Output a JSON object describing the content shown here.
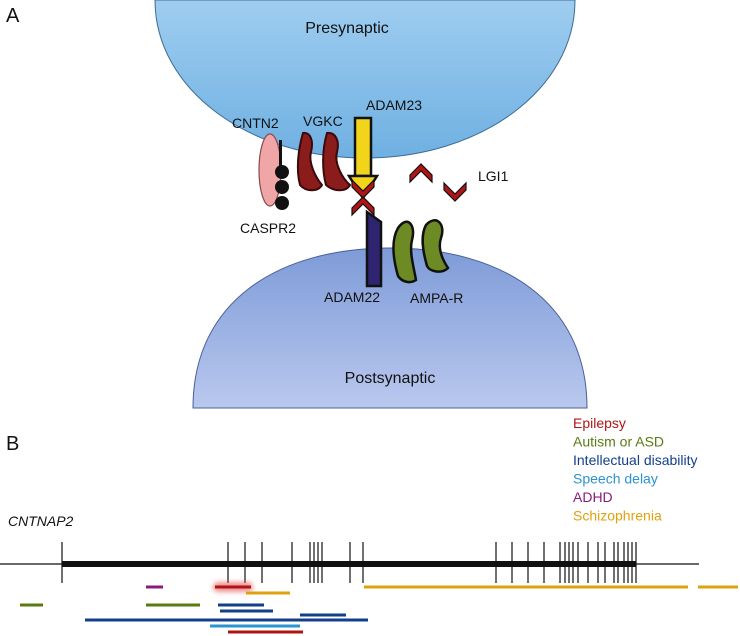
{
  "panels": {
    "a": "A",
    "b": "B"
  },
  "synapse": {
    "presynaptic": "Presynaptic",
    "postsynaptic": "Postsynaptic",
    "proteins": {
      "cntn2": "CNTN2",
      "vgkc": "VGKC",
      "adam23": "ADAM23",
      "lgi1": "LGI1",
      "caspr2": "CASPR2",
      "adam22": "ADAM22",
      "ampar": "AMPA-R"
    },
    "colors": {
      "membrane": "#7fb6e3",
      "cntn2": "#f0a6a6",
      "vgkc": "#8b1c1c",
      "adam23": "#f2d51a",
      "lgi1": "#b01515",
      "adam22": "#2e2470",
      "ampar": "#6d8b24"
    }
  },
  "gene": {
    "name": "CNTNAP2",
    "legend": [
      {
        "label": "Epilepsy",
        "color": "#b01515"
      },
      {
        "label": "Autism or ASD",
        "color": "#5a7a12"
      },
      {
        "label": "Intellectual disability",
        "color": "#133f8a"
      },
      {
        "label": "Speech delay",
        "color": "#2a93d0"
      },
      {
        "label": "ADHD",
        "color": "#8b1a7a"
      },
      {
        "label": "Schizophrenia",
        "color": "#e0a10e"
      }
    ],
    "exon_positions": [
      62,
      228,
      245,
      262,
      292,
      310,
      314,
      318,
      322,
      350,
      363,
      496,
      512,
      528,
      544,
      560,
      565,
      569,
      573,
      578,
      588,
      598,
      605,
      614,
      618,
      624,
      628,
      632,
      636
    ],
    "deletions": [
      {
        "phenotype": "ADHD",
        "from": 146,
        "to": 163,
        "row": 0
      },
      {
        "phenotype": "Epilepsy",
        "from": 215,
        "to": 251,
        "row": 0,
        "highlighted": true
      },
      {
        "phenotype": "Schizophrenia",
        "from": 364,
        "to": 688,
        "row": 0
      },
      {
        "phenotype": "Schizophrenia",
        "from": 698,
        "to": 738,
        "row": 0
      },
      {
        "phenotype": "Schizophrenia",
        "from": 246,
        "to": 290,
        "row": 1
      },
      {
        "phenotype": "Autism or ASD",
        "from": 20,
        "to": 43,
        "row": 2
      },
      {
        "phenotype": "Autism or ASD",
        "from": 146,
        "to": 200,
        "row": 2
      },
      {
        "phenotype": "Intellectual disability",
        "from": 218,
        "to": 264,
        "row": 2
      },
      {
        "phenotype": "Intellectual disability",
        "from": 220,
        "to": 273,
        "row": 3
      },
      {
        "phenotype": "Intellectual disability",
        "from": 300,
        "to": 346,
        "row": 4
      },
      {
        "phenotype": "Intellectual disability",
        "from": 85,
        "to": 368,
        "row": 5
      },
      {
        "phenotype": "Speech delay",
        "from": 210,
        "to": 300,
        "row": 6
      },
      {
        "phenotype": "Epilepsy",
        "from": 228,
        "to": 303,
        "row": 7
      }
    ]
  }
}
